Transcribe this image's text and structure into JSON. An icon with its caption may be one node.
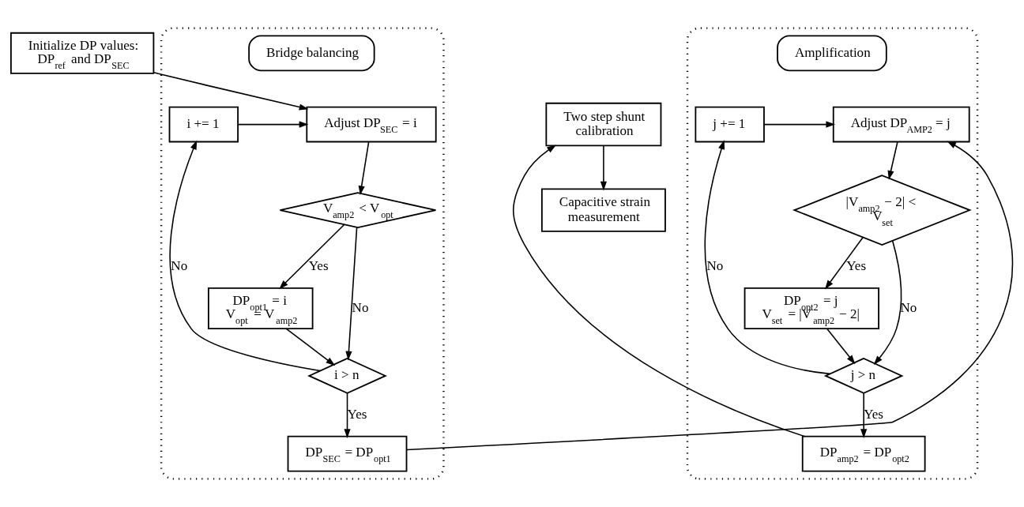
{
  "diagram": {
    "nodes": [
      {
        "text": [
          "Initialize DP values: DP$_{ref}$ and DP$_{SEC}$"
        ]
      },
      {
        "text": [],
        "shape": "box"
      },
      {
        "text": [
          "Adjust DP$_{SEC}$ = i"
        ],
        "in": 1
      },
      {
        "text": [
          "i += 1"
        ],
        "in": 1
      },
      {
        "text": [
          "V$_{amp2}$ < V$_{opt}$"
        ],
        "in": 1
      },
      {
        "text": [
          "DP$_{opt1}$ = i V$_{opt}$ = V$_{amp2}$"
        ],
        "in": 1
      },
      {
        "text": [
          "i > n"
        ],
        "in": 1
      },
      {
        "text": [
          "DP$_{SEC}$ = DP$_{opt1}$"
        ],
        "in": 1
      },
      {
        "text": [
          "Bridge balancing"
        ],
        "in": 1
      },
      {
        "text": [],
        "shape": "box"
      },
      {
        "text": [
          "Adjust DP$_{AMP2}$ = j"
        ],
        "in": 9
      },
      {
        "text": [
          "j += 1"
        ],
        "in": 9
      },
      {
        "text": [
          "|V$_{amp2}$ − 2| < V$_{set}$"
        ],
        "in": 9
      },
      {
        "text": [
          "DP$_{opt2}$ = j V$_{set}$ = |V$_{amp2}$ − 2|"
        ],
        "in": 9
      },
      {
        "text": [
          "j > n"
        ],
        "in": 9
      },
      {
        "text": [
          "DP$_{amp2}$ = DP$_{opt2}$"
        ],
        "in": 9
      },
      {
        "text": [
          "Amplification"
        ],
        "in": 9
      },
      {
        "text": [
          "Two step shunt calibration"
        ]
      },
      {
        "text": [
          "Capacitive strain measurement"
        ]
      }
    ],
    "edges": [
      {
        "from": 0,
        "to": 2,
        "arrow": "to"
      },
      {
        "from": 2,
        "to": 4,
        "arrow": "to"
      },
      {
        "from": 4,
        "to": 5,
        "arrow": "to",
        "label": "Yes"
      },
      {
        "from": 4,
        "to": 6,
        "arrow": "to",
        "label": "No"
      },
      {
        "from": 5,
        "to": 6,
        "arrow": "to"
      },
      {
        "from": 6,
        "to": 3,
        "arrow": "to",
        "label": "No"
      },
      {
        "from": 3,
        "to": 2,
        "arrow": "to"
      },
      {
        "from": 6,
        "to": 7,
        "arrow": "to",
        "label": "Yes"
      },
      {
        "from": 7,
        "to": 10,
        "arrow": "to"
      },
      {
        "from": 10,
        "to": 12,
        "arrow": "to"
      },
      {
        "from": 12,
        "to": 13,
        "arrow": "to",
        "label": "Yes"
      },
      {
        "from": 12,
        "to": 14,
        "arrow": "to",
        "label": "No"
      },
      {
        "from": 13,
        "to": 14,
        "arrow": "to"
      },
      {
        "from": 14,
        "to": 11,
        "arrow": "to",
        "label": "No"
      },
      {
        "from": 11,
        "to": 10,
        "arrow": "to"
      },
      {
        "from": 14,
        "to": 15,
        "arrow": "to",
        "label": "Yes"
      },
      {
        "from": 15,
        "to": 17,
        "arrow": "to"
      },
      {
        "from": 17,
        "to": 18,
        "arrow": "to"
      }
    ]
  }
}
